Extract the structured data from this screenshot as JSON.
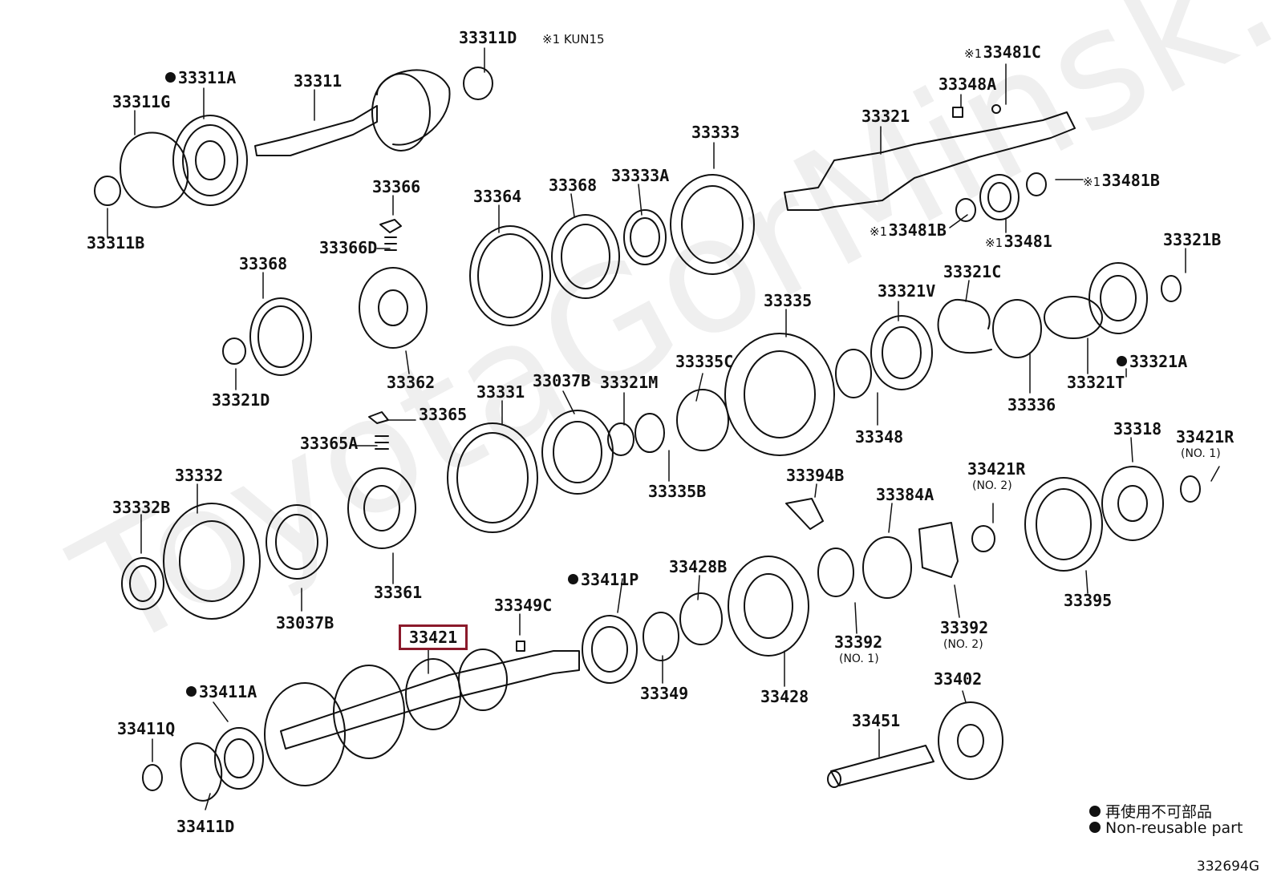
{
  "watermark": "ToyotaGorMinsk.ru",
  "header_note": "※1 KUN15",
  "diagram_code": "332694G",
  "legend": {
    "jp": "再使用不可部品",
    "en": "Non-reusable part"
  },
  "labels": {
    "p33311D": "33311D",
    "p33311A": "33311A",
    "p33311": "33311",
    "p33311G": "33311G",
    "p33311B": "33311B",
    "p33366": "33366",
    "p33366D": "33366D",
    "p33364": "33364",
    "p33368a": "33368",
    "p33333A": "33333A",
    "p33333": "33333",
    "p33321": "33321",
    "p33348A": "33348A",
    "p33481C": "33481C",
    "p33481Ba": "33481B",
    "p33481Bb": "33481B",
    "p33481": "33481",
    "p33368b": "33368",
    "p33362": "33362",
    "p33321D": "33321D",
    "p33335": "33335",
    "p33321V": "33321V",
    "p33321C": "33321C",
    "p33321B": "33321B",
    "p33321A": "33321A",
    "p33321T": "33321T",
    "p33336": "33336",
    "p33348": "33348",
    "p33365": "33365",
    "p33365A": "33365A",
    "p33331": "33331",
    "p33037Ba": "33037B",
    "p33321M": "33321M",
    "p33335C": "33335C",
    "p33335B": "33335B",
    "p33332": "33332",
    "p33332B": "33332B",
    "p33037Bb": "33037B",
    "p33361": "33361",
    "p33394B": "33394B",
    "p33384A": "33384A",
    "p33421Ra": "33421R",
    "p33421Rb": "33421R",
    "p33318": "33318",
    "p33395": "33395",
    "p33411P": "33411P",
    "p33428B": "33428B",
    "p33349C": "33349C",
    "p33421": "33421",
    "p33349": "33349",
    "p33428": "33428",
    "p33392a": "33392",
    "p33392b": "33392",
    "p33402": "33402",
    "p33411A": "33411A",
    "p33411Q": "33411Q",
    "p33411D": "33411D",
    "p33451": "33451"
  },
  "sublabels": {
    "no1a": "(NO. 1)",
    "no2a": "(NO. 2)",
    "no1b": "(NO. 1)",
    "no2b": "(NO. 2)"
  },
  "notes": {
    "n1a": "※1",
    "n1b": "※1",
    "n1c": "※1",
    "n1d": "※1"
  }
}
